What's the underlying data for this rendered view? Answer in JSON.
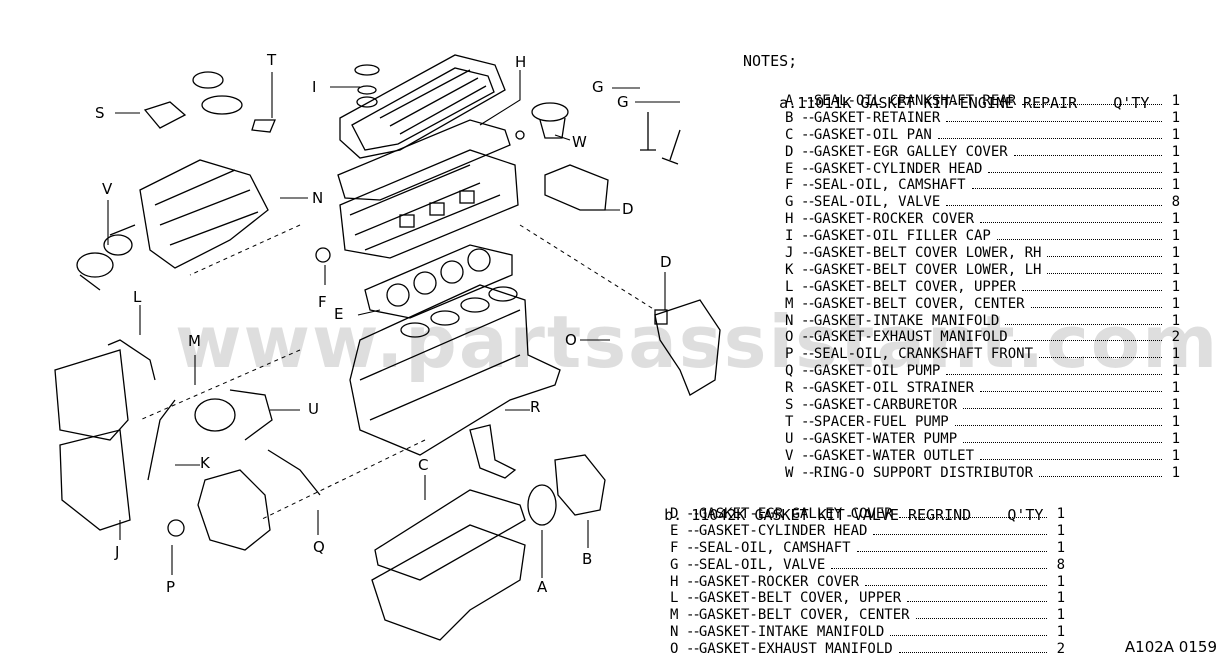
{
  "notes": {
    "title": "NOTES;",
    "kit_a": {
      "marker": "a.",
      "part_no": "11011K",
      "desc": "GASKET KIT-ENGINE REPAIR",
      "qty_header": "Q'TY",
      "items": [
        {
          "code": "A",
          "name": "SEAL-OIL CRANKSHAFT REAR",
          "qty": "1"
        },
        {
          "code": "B",
          "name": "GASKET-RETAINER",
          "qty": "1"
        },
        {
          "code": "C",
          "name": "GASKET-OIL PAN",
          "qty": "1"
        },
        {
          "code": "D",
          "name": "GASKET-EGR GALLEY COVER",
          "qty": "1"
        },
        {
          "code": "E",
          "name": "GASKET-CYLINDER HEAD",
          "qty": "1"
        },
        {
          "code": "F",
          "name": "SEAL-OIL, CAMSHAFT",
          "qty": "1"
        },
        {
          "code": "G",
          "name": "SEAL-OIL, VALVE",
          "qty": "8"
        },
        {
          "code": "H",
          "name": "GASKET-ROCKER COVER",
          "qty": "1"
        },
        {
          "code": "I",
          "name": "GASKET-OIL FILLER CAP",
          "qty": "1"
        },
        {
          "code": "J",
          "name": "GASKET-BELT COVER LOWER, RH",
          "qty": "1"
        },
        {
          "code": "K",
          "name": "GASKET-BELT COVER LOWER, LH",
          "qty": "1"
        },
        {
          "code": "L",
          "name": "GASKET-BELT COVER, UPPER",
          "qty": "1"
        },
        {
          "code": "M",
          "name": "GASKET-BELT COVER, CENTER",
          "qty": "1"
        },
        {
          "code": "N",
          "name": "GASKET-INTAKE MANIFOLD",
          "qty": "1"
        },
        {
          "code": "O",
          "name": "GASKET-EXHAUST MANIFOLD",
          "qty": "2"
        },
        {
          "code": "P",
          "name": "SEAL-OIL, CRANKSHAFT FRONT",
          "qty": "1"
        },
        {
          "code": "Q",
          "name": "GASKET-OIL PUMP",
          "qty": "1"
        },
        {
          "code": "R",
          "name": "GASKET-OIL STRAINER",
          "qty": "1"
        },
        {
          "code": "S",
          "name": "GASKET-CARBURETOR",
          "qty": "1"
        },
        {
          "code": "T",
          "name": "SPACER-FUEL PUMP",
          "qty": "1"
        },
        {
          "code": "U",
          "name": "GASKET-WATER PUMP",
          "qty": "1"
        },
        {
          "code": "V",
          "name": "GASKET-WATER OUTLET",
          "qty": "1"
        },
        {
          "code": "W",
          "name": "RING-O SUPPORT DISTRIBUTOR",
          "qty": "1"
        }
      ]
    },
    "kit_b": {
      "marker": "b.",
      "part_no": "11042K",
      "desc": "GASKET KIT-VALVE REGRIND",
      "qty_header": "Q'TY",
      "items": [
        {
          "code": "D",
          "name": "GASKET-EGR GALLEY COVER",
          "qty": "1"
        },
        {
          "code": "E",
          "name": "GASKET-CYLINDER HEAD",
          "qty": "1"
        },
        {
          "code": "F",
          "name": "SEAL-OIL, CAMSHAFT",
          "qty": "1"
        },
        {
          "code": "G",
          "name": "SEAL-OIL, VALVE",
          "qty": "8"
        },
        {
          "code": "H",
          "name": "GASKET-ROCKER COVER",
          "qty": "1"
        },
        {
          "code": "L",
          "name": "GASKET-BELT COVER, UPPER",
          "qty": "1"
        },
        {
          "code": "M",
          "name": "GASKET-BELT COVER, CENTER",
          "qty": "1"
        },
        {
          "code": "N",
          "name": "GASKET-INTAKE MANIFOLD",
          "qty": "1"
        },
        {
          "code": "O",
          "name": "GASKET-EXHAUST MANIFOLD",
          "qty": "2"
        }
      ]
    }
  },
  "callouts": {
    "T": "T",
    "S": "S",
    "I": "I",
    "H": "H",
    "G1": "G",
    "G2": "G",
    "W": "W",
    "V": "V",
    "N": "N",
    "D1": "D",
    "F": "F",
    "E": "E",
    "D2": "D",
    "L": "L",
    "M": "M",
    "O": "O",
    "U": "U",
    "R": "R",
    "K": "K",
    "C": "C",
    "J": "J",
    "Q": "Q",
    "P": "P",
    "A": "A",
    "B": "B"
  },
  "watermark": "www.partsassistant.com",
  "figure_ref": "A102A 0159"
}
